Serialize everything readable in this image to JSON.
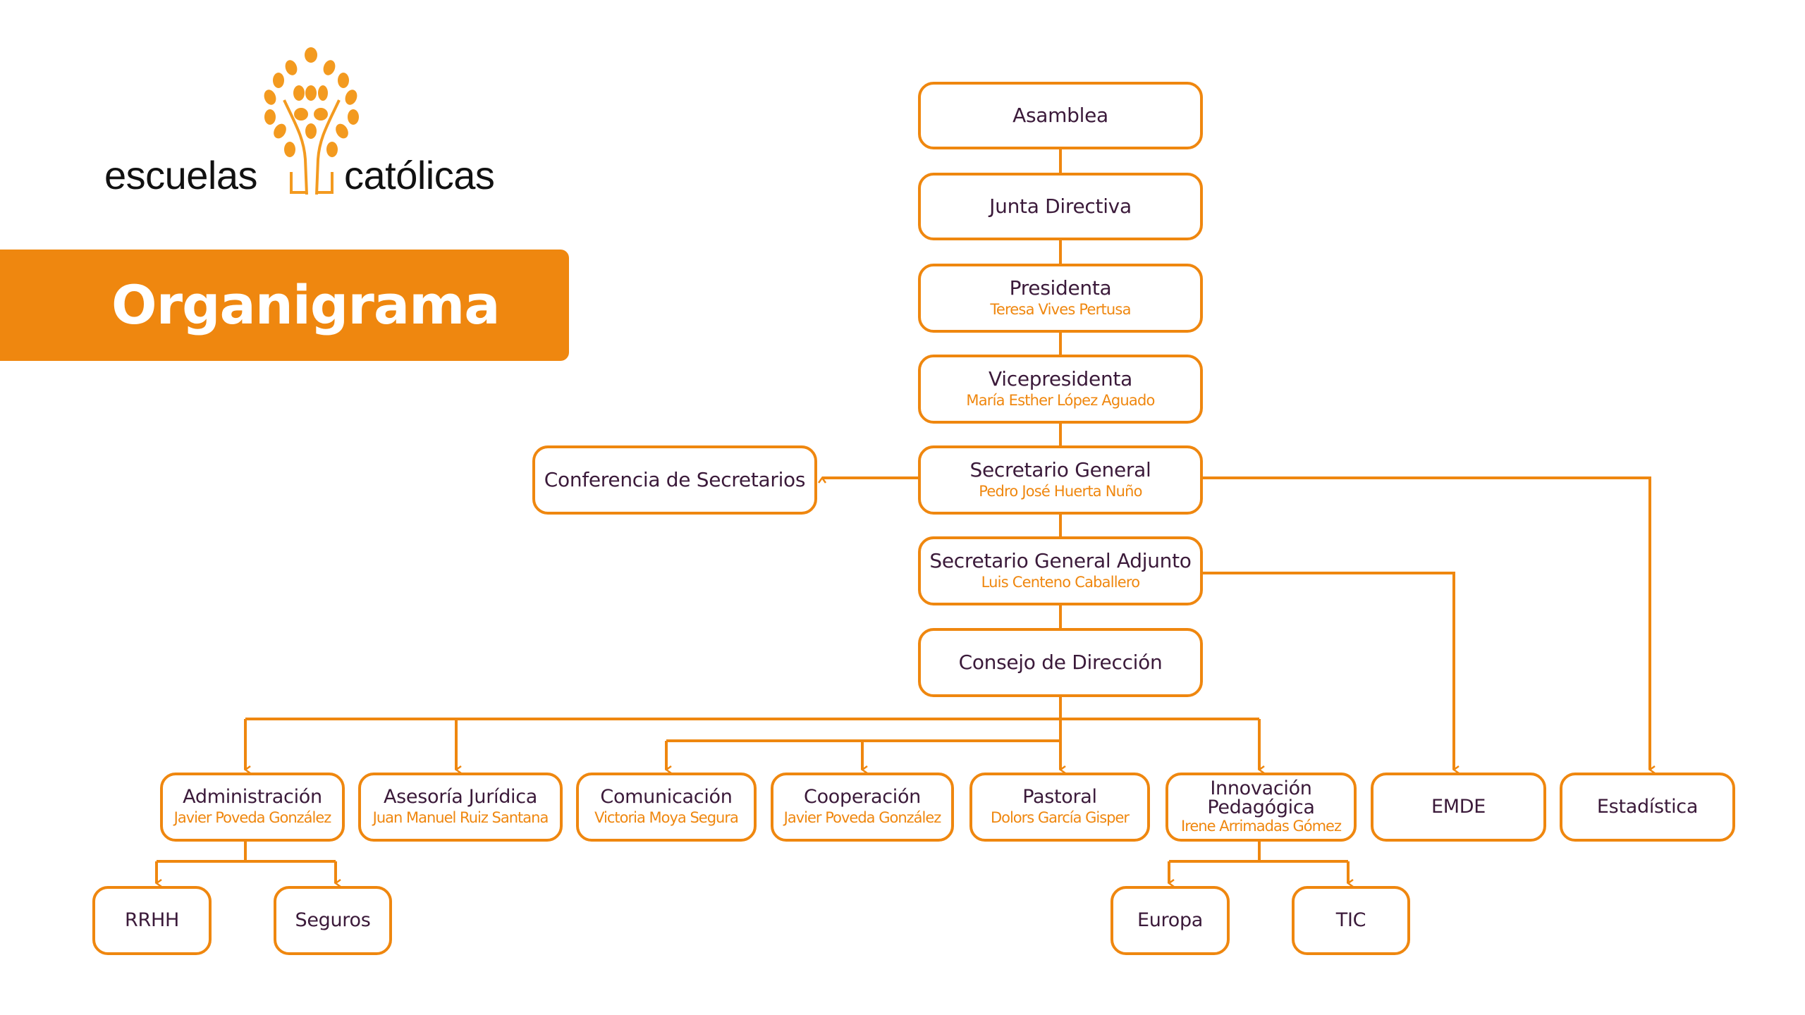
{
  "header": {
    "logo": {
      "word_left": "escuelas",
      "word_right": "católicas",
      "icon": "tree-icon",
      "accent": "#EF870F"
    },
    "title": "Organigrama"
  },
  "colors": {
    "accent": "#EF870F",
    "text": "#3B1A3A",
    "background": "#FFFFFF",
    "band_text": "#FFFFFF"
  },
  "chart": {
    "main": [
      {
        "id": "asamblea",
        "title": "Asamblea"
      },
      {
        "id": "junta",
        "title": "Junta Directiva"
      },
      {
        "id": "presidenta",
        "title": "Presidenta",
        "person": "Teresa Vives Pertusa"
      },
      {
        "id": "vicepresidenta",
        "title": "Vicepresidenta",
        "person": "María Esther López Aguado"
      },
      {
        "id": "secgen",
        "title": "Secretario General",
        "person": "Pedro José Huerta Nuño"
      },
      {
        "id": "secgenadj",
        "title": "Secretario General Adjunto",
        "person": "Luis Centeno Caballero"
      },
      {
        "id": "consejo",
        "title": "Consejo de Dirección"
      }
    ],
    "side": {
      "id": "conferencia",
      "title": "Conferencia de Secretarios",
      "parent": "secgen"
    },
    "departments": [
      {
        "id": "administracion",
        "title": "Administración",
        "person": "Javier Poveda González",
        "parent": "consejo"
      },
      {
        "id": "asesoria",
        "title": "Asesoría Jurídica",
        "person": "Juan Manuel Ruiz Santana",
        "parent": "consejo"
      },
      {
        "id": "comunicacion",
        "title": "Comunicación",
        "person": "Victoria Moya Segura",
        "parent": "consejo"
      },
      {
        "id": "cooperacion",
        "title": "Cooperación",
        "person": "Javier Poveda González",
        "parent": "consejo"
      },
      {
        "id": "pastoral",
        "title": "Pastoral",
        "person": "Dolors García Gisper",
        "parent": "consejo"
      },
      {
        "id": "innovacion",
        "title_line1": "Innovación",
        "title_line2": "Pedagógica",
        "person": "Irene Arrimadas Gómez",
        "parent": "consejo"
      },
      {
        "id": "emde",
        "title": "EMDE",
        "parent": "secgenadj"
      },
      {
        "id": "estadistica",
        "title": "Estadística",
        "parent": "secgen"
      }
    ],
    "subunits": [
      {
        "id": "rrhh",
        "title": "RRHH",
        "parent": "administracion"
      },
      {
        "id": "seguros",
        "title": "Seguros",
        "parent": "administracion"
      },
      {
        "id": "europa",
        "title": "Europa",
        "parent": "innovacion"
      },
      {
        "id": "tic",
        "title": "TIC",
        "parent": "innovacion"
      }
    ]
  }
}
